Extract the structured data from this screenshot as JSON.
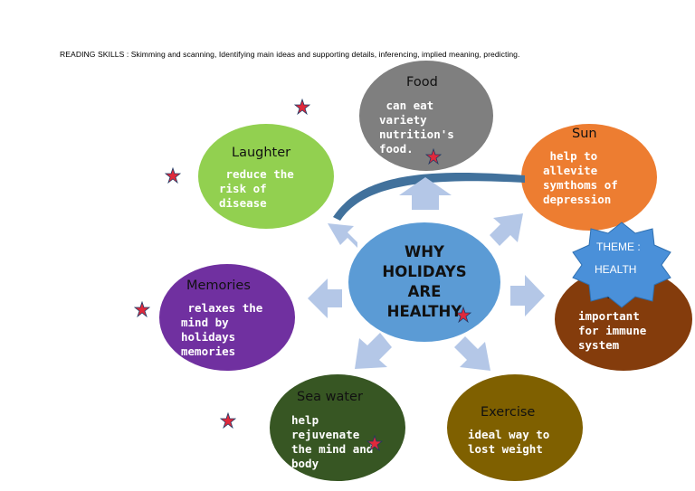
{
  "header": {
    "text": "READING SKILLS : Skimming and scanning, Identifying main ideas and supporting details,   inferencing, implied meaning, predicting."
  },
  "center": {
    "line1": "WHY",
    "line2": "HOLIDAYS",
    "line3": "ARE",
    "line4": "HEALTHY"
  },
  "bubbles": {
    "food": {
      "title": "Food",
      "body": " can eat\nvariety\nnutrition's\nfood."
    },
    "sun": {
      "title": "Sun",
      "body": " help to\nallevite\nsymthoms of\ndepression"
    },
    "sleep": {
      "title": "Sleep",
      "body": "important\nfor immune\nsystem"
    },
    "exercise": {
      "title": "Exercise",
      "body": "ideal way to\nlost weight"
    },
    "seawater": {
      "title": "Sea water",
      "body": "help\nrejuvenate\nthe mind and\nbody"
    },
    "memories": {
      "title": "Memories",
      "body": " relaxes the\nmind by\nholidays\nmemories"
    },
    "laughter": {
      "title": "Laughter",
      "body": " reduce the\nrisk of\ndisease"
    }
  },
  "theme": {
    "line1": "THEME :",
    "line2": "HEALTH"
  },
  "colors": {
    "center": "#5b9bd5",
    "food": "#7f7f7f",
    "sun": "#ed7d31",
    "sleep": "#843c0c",
    "exercise": "#7f6000",
    "seawater": "#375623",
    "memories": "#7030a0",
    "laughter": "#92d050",
    "arrow": "#b4c7e7",
    "star": "#e0293b",
    "theme_star": "#4a90d9"
  }
}
